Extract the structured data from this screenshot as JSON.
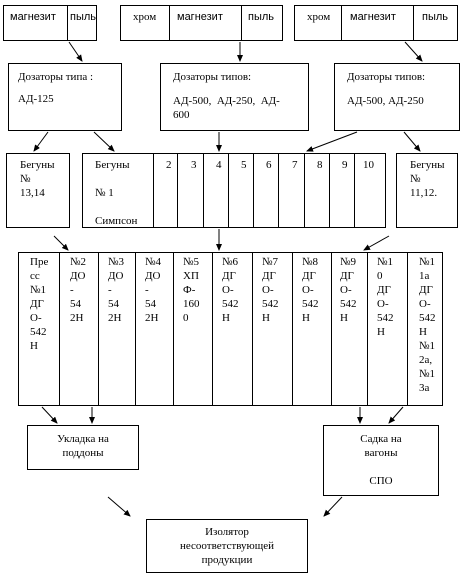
{
  "top_groups": [
    {
      "cells": [
        "магнезит",
        "пыль"
      ]
    },
    {
      "cells": [
        "хром",
        "магнезит",
        "пыль"
      ]
    },
    {
      "cells": [
        "хром",
        "магнезит",
        "пыль"
      ]
    }
  ],
  "dosers": [
    {
      "title": "Дозаторы типа :",
      "body": "АД-125"
    },
    {
      "title": "Дозаторы типов:",
      "body": "АД-500,  АД-250,  АД-\n600"
    },
    {
      "title": "Дозаторы типов:",
      "body": "АД-500, АД-250"
    }
  ],
  "runners_left": "Бегуны\n№\n13,14",
  "runners_mid": {
    "label": "Бегуны\n\n№ 1\n\nСимпсон",
    "numbers": [
      "2",
      "3",
      "4",
      "5",
      "6",
      "7",
      "8",
      "9",
      "10"
    ]
  },
  "runners_right": "Бегуны\n№\n11,12.",
  "presses": [
    "Пре\nсс\n№1\nДГ\nО-\n542\nН",
    "№2\nДО\n-\n54\n2Н",
    "№3\nДО\n-\n54\n2Н",
    "№4\nДО\n-\n54\n2Н",
    "№5\nХП\nФ-\n160\n0",
    "№6\nДГ\nО-\n542\nН",
    "№7\nДГ\nО-\n542\nН",
    "№8\nДГ\nО-\n542\nН",
    "№9\nДГ\nО-\n542\nН",
    "№1\n0\nДГ\nО-\n542\nН",
    "№1\n1а\nДГ\nО-\n542\nН\n№1\n2а,\n№1\n3а"
  ],
  "pallets": "Укладка на\nподдоны",
  "wagons": "Садка на\nвагоны\n\nСПО",
  "isolator": "Изолятор\nнесоответствующей\nпродукции"
}
